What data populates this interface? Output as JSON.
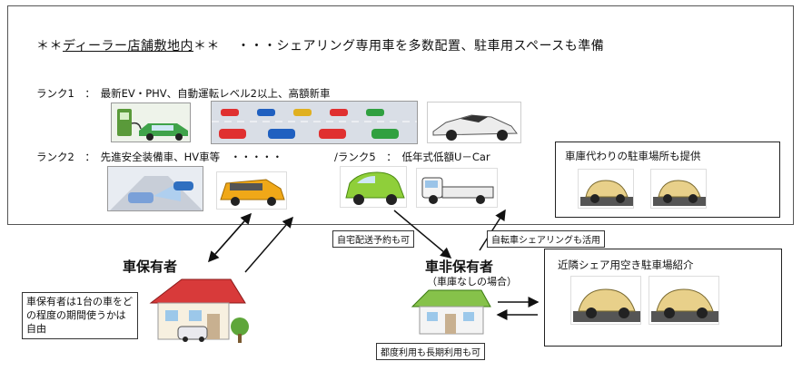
{
  "dealer": {
    "title_prefix": "＊＊",
    "title_main": "ディーラー店舗敷地内",
    "title_suffix": "＊＊",
    "title_desc": "・・・シェアリング専用車を多数配置、駐車用スペースも準備",
    "rank1": "ランク1　：　最新EV・PHV、自動運転レベル2以上、高額新車",
    "rank2": "ランク2　：　先進安全装備車、HV車等　・・・・・",
    "rank5": "/ランク5　：　低年式低額U－Car"
  },
  "garage_box": {
    "title": "車庫代わりの駐車場所も提供"
  },
  "nearby_box": {
    "title": "近隣シェア用空き駐車場紹介"
  },
  "labels": {
    "home_delivery": "自宅配送予約も可",
    "bicycle_share": "自転車シェアリングも活用",
    "usage": "都度利用も長期利用も可"
  },
  "owner": {
    "heading": "車保有者",
    "note": "車保有者は1台の車をどの程度の期間使うかは自由"
  },
  "non_owner": {
    "heading": "車非保有者",
    "sub": "（車庫なしの場合）"
  },
  "icons": [
    "ev-charger-icon",
    "autonomous-traffic-icon",
    "sports-car-icon",
    "safety-sensor-icon",
    "minivan-icon",
    "compact-car-icon",
    "kei-truck-icon",
    "parked-car-icon",
    "house-icon",
    "green-house-icon"
  ]
}
